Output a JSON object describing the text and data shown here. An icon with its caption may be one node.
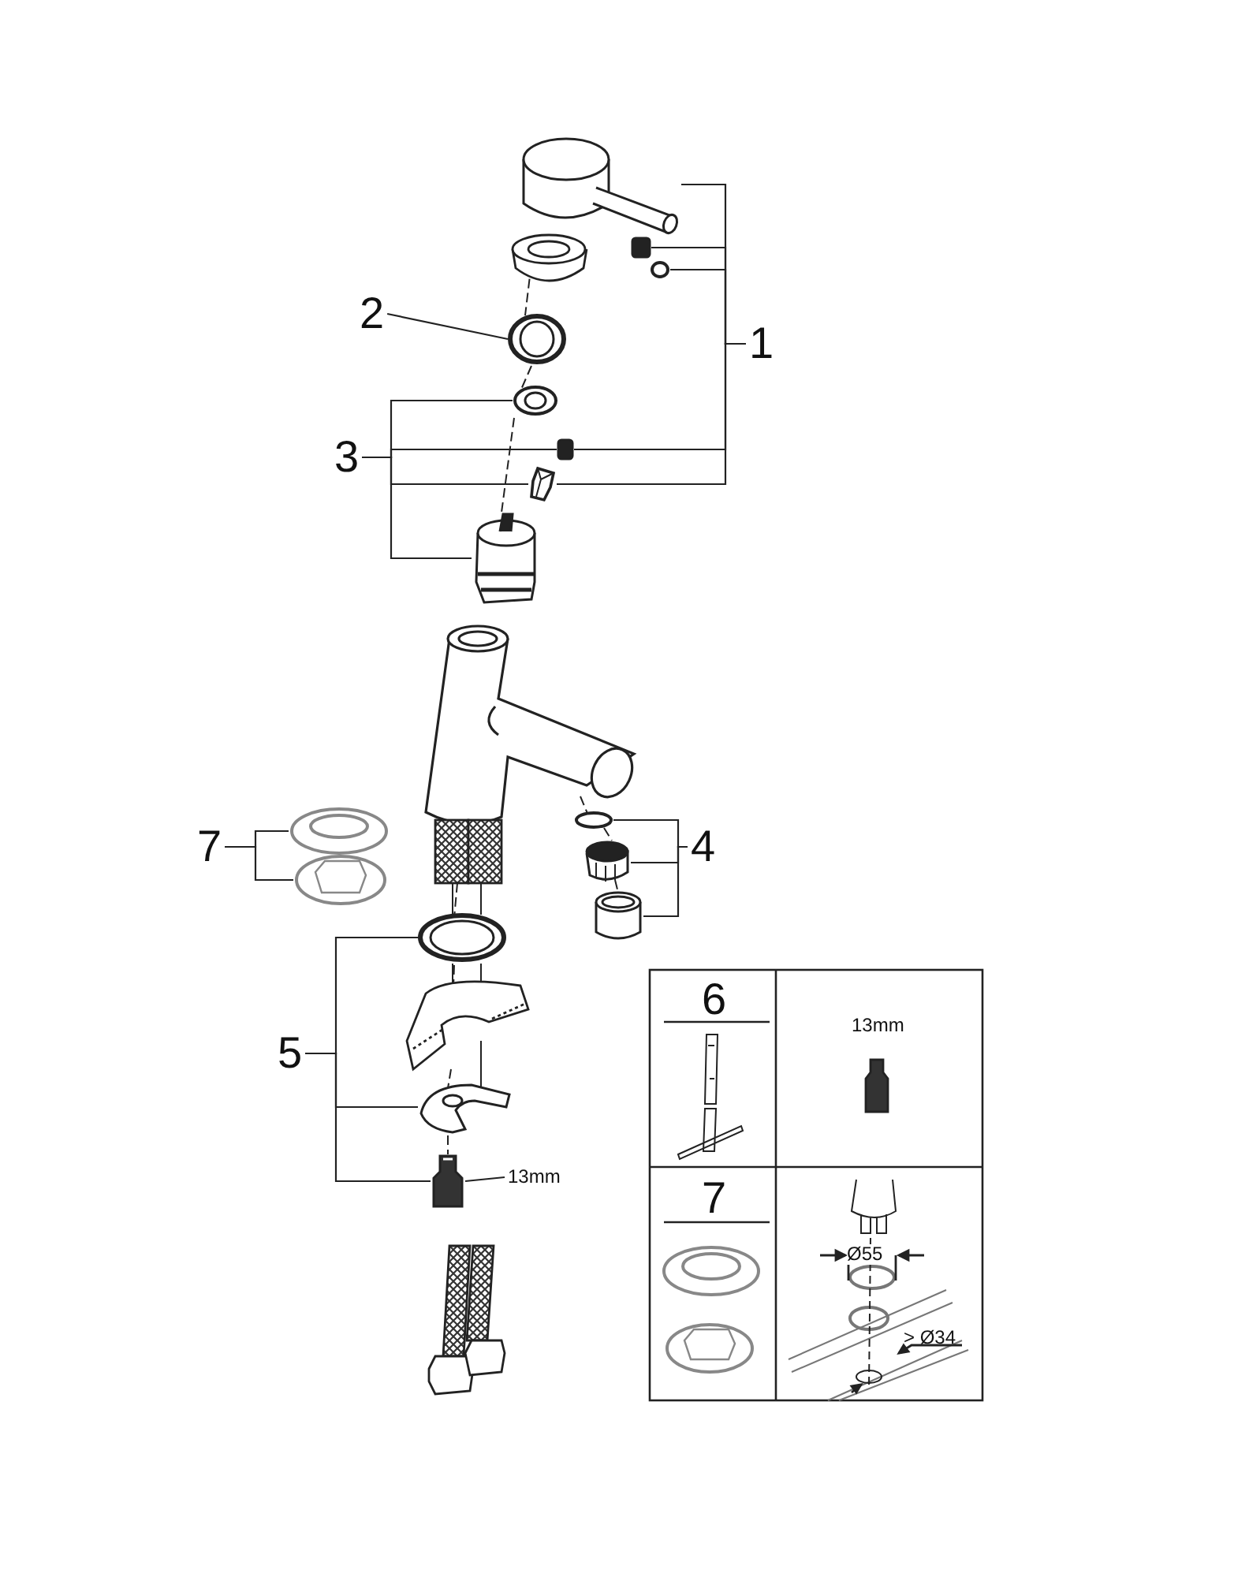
{
  "diagram": {
    "nodes": [
      {
        "text": [
          "1"
        ]
      },
      {
        "text": [
          "2"
        ]
      },
      {
        "text": [
          "3"
        ]
      },
      {
        "text": [
          "4"
        ]
      },
      {
        "text": [
          "5"
        ]
      },
      {
        "text": [
          "7"
        ]
      },
      {
        "text": [
          "13mm"
        ]
      },
      {
        "text": [],
        "shape": "picture"
      },
      {
        "text": [],
        "shape": "box"
      },
      {
        "text": [],
        "shape": "circle"
      },
      {
        "text": [],
        "shape": "circle"
      },
      {
        "text": [],
        "shape": "circle"
      },
      {
        "text": [],
        "shape": "box"
      },
      {
        "text": [],
        "shape": "picture"
      },
      {
        "text": [],
        "shape": "picture"
      },
      {
        "text": [],
        "shape": "circle"
      },
      {
        "text": [],
        "shape": "picture"
      },
      {
        "text": [],
        "shape": "cylinder"
      },
      {
        "text": [],
        "shape": "picture"
      },
      {
        "text": [],
        "shape": "picture"
      },
      {
        "text": [],
        "shape": "circle"
      },
      {
        "text": [],
        "shape": "picture"
      },
      {
        "text": [],
        "shape": "picture"
      }
    ],
    "edges": [
      {
        "from": 0,
        "to": 7,
        "arrow": "none"
      },
      {
        "from": 0,
        "to": 8,
        "arrow": "none"
      },
      {
        "from": 0,
        "to": 9,
        "arrow": "none"
      },
      {
        "from": 0,
        "to": 12,
        "arrow": "none"
      },
      {
        "from": 0,
        "to": 13,
        "arrow": "none"
      },
      {
        "from": 1,
        "to": 10,
        "arrow": "none"
      },
      {
        "from": 2,
        "to": 11,
        "arrow": "none"
      },
      {
        "from": 2,
        "to": 12,
        "arrow": "none"
      },
      {
        "from": 2,
        "to": 13,
        "arrow": "none"
      },
      {
        "from": 2,
        "to": 14,
        "arrow": "none"
      },
      {
        "from": 3,
        "to": 15,
        "arrow": "none"
      },
      {
        "from": 3,
        "to": 16,
        "arrow": "none"
      },
      {
        "from": 3,
        "to": 17,
        "arrow": "none"
      },
      {
        "from": 5,
        "to": 18,
        "arrow": "none"
      },
      {
        "from": 5,
        "to": 19,
        "arrow": "none"
      },
      {
        "from": 4,
        "to": 20,
        "arrow": "none"
      },
      {
        "from": 4,
        "to": 21,
        "arrow": "none"
      },
      {
        "from": 4,
        "to": 22,
        "arrow": "none"
      },
      {
        "from": 6,
        "to": 22,
        "arrow": "none"
      }
    ],
    "labels": [
      "6",
      "13mm",
      "7",
      "Ø55",
      "> Ø34"
    ]
  }
}
